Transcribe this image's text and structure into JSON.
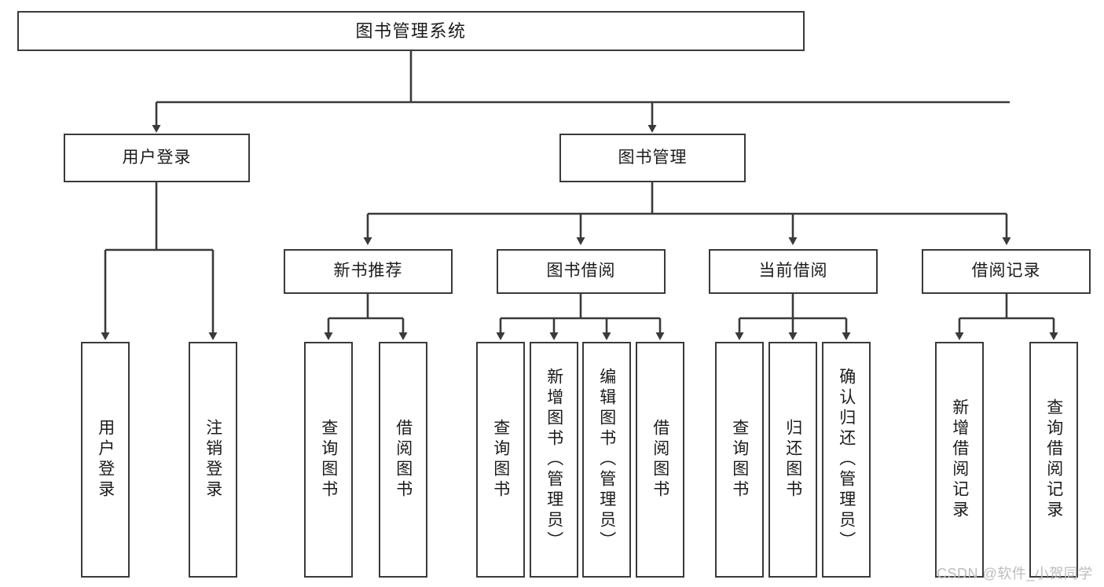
{
  "diagram": {
    "title": "图书管理系统",
    "type": "functional-structure-tree",
    "orientation": "top-down",
    "colors": {
      "box_border": "#3a3a3a",
      "box_fill": "#ffffff",
      "connector": "#3a3a3a",
      "text": "#1b1b1b",
      "watermark": "#bdbdbd",
      "background": "#ffffff"
    }
  },
  "nodes": {
    "root": {
      "id": "root",
      "label": "图书管理系统",
      "level": 0,
      "orientation": "horizontal"
    },
    "level1": [
      {
        "id": "user-login",
        "label": "用户登录",
        "level": 1,
        "orientation": "horizontal"
      },
      {
        "id": "book-management",
        "label": "图书管理",
        "level": 1,
        "orientation": "horizontal"
      }
    ],
    "level2": [
      {
        "id": "new-book-recommend",
        "label": "新书推荐",
        "level": 2,
        "orientation": "horizontal",
        "parent": "book-management"
      },
      {
        "id": "book-borrow",
        "label": "图书借阅",
        "level": 2,
        "orientation": "horizontal",
        "parent": "book-management"
      },
      {
        "id": "current-borrow",
        "label": "当前借阅",
        "level": 2,
        "orientation": "horizontal",
        "parent": "book-management"
      },
      {
        "id": "borrow-record",
        "label": "借阅记录",
        "level": 2,
        "orientation": "horizontal",
        "parent": "book-management"
      }
    ],
    "leaves": [
      {
        "id": "leaf-user-login",
        "label": "用户登录",
        "parent": "user-login",
        "orientation": "vertical"
      },
      {
        "id": "leaf-logout",
        "label": "注销登录",
        "parent": "user-login",
        "orientation": "vertical"
      },
      {
        "id": "leaf-query-book-1",
        "label": "查询图书",
        "parent": "new-book-recommend",
        "orientation": "vertical"
      },
      {
        "id": "leaf-borrow-book-1",
        "label": "借阅图书",
        "parent": "new-book-recommend",
        "orientation": "vertical"
      },
      {
        "id": "leaf-query-book-2",
        "label": "查询图书",
        "parent": "book-borrow",
        "orientation": "vertical"
      },
      {
        "id": "leaf-add-book",
        "label": "新增图书（管理员）",
        "parent": "book-borrow",
        "orientation": "vertical"
      },
      {
        "id": "leaf-edit-book",
        "label": "编辑图书（管理员）",
        "parent": "book-borrow",
        "orientation": "vertical"
      },
      {
        "id": "leaf-borrow-book-2",
        "label": "借阅图书",
        "parent": "book-borrow",
        "orientation": "vertical"
      },
      {
        "id": "leaf-query-book-3",
        "label": "查询图书",
        "parent": "current-borrow",
        "orientation": "vertical"
      },
      {
        "id": "leaf-return-book",
        "label": "归还图书",
        "parent": "current-borrow",
        "orientation": "vertical"
      },
      {
        "id": "leaf-confirm-return",
        "label": "确认归还（管理员）",
        "parent": "current-borrow",
        "orientation": "vertical"
      },
      {
        "id": "leaf-add-record",
        "label": "新增借阅记录",
        "parent": "borrow-record",
        "orientation": "vertical"
      },
      {
        "id": "leaf-query-record",
        "label": "查询借阅记录",
        "parent": "borrow-record",
        "orientation": "vertical"
      }
    ]
  },
  "watermark": {
    "text": "CSDN @软件_小贺同学"
  }
}
